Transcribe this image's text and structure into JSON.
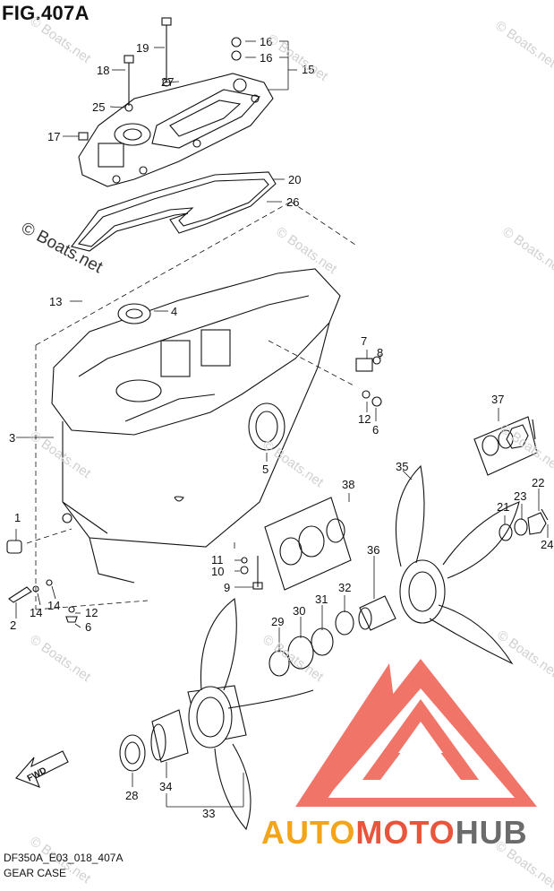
{
  "figure": {
    "title": "FIG.407A",
    "code": "DF350A_E03_018_407A",
    "name": "GEAR CASE",
    "copyright": "© Boats.net",
    "watermark": "© Boats.net",
    "fwd_label": "FWD"
  },
  "brand": {
    "part1": "AUTO",
    "part2": "MOTO",
    "part3": "HUB",
    "colors": {
      "auto": "#f2a51a",
      "moto": "#e8553c",
      "hub": "#6b6b6b",
      "logo": "#ef6a5c"
    }
  },
  "callouts": [
    "1",
    "2",
    "3",
    "4",
    "5",
    "6",
    "6",
    "7",
    "8",
    "9",
    "10",
    "11",
    "12",
    "12",
    "13",
    "14",
    "14",
    "15",
    "16",
    "16",
    "17",
    "18",
    "19",
    "20",
    "21",
    "22",
    "23",
    "24",
    "25",
    "26",
    "27",
    "28",
    "29",
    "30",
    "31",
    "32",
    "33",
    "34",
    "35",
    "36",
    "37",
    "38"
  ]
}
